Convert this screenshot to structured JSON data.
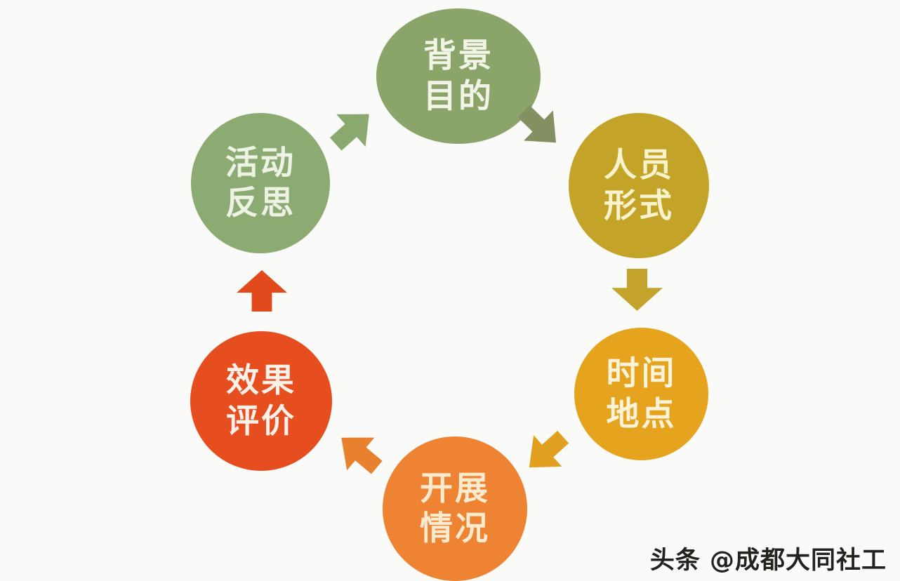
{
  "page": {
    "background": "#fafaf9"
  },
  "diagram": {
    "type": "cycle",
    "nodes": [
      {
        "id": "background-purpose",
        "label": "背景\n目的",
        "color": "#8ba46a",
        "text_color": "#f2f4e8"
      },
      {
        "id": "personnel-format",
        "label": "人员\n形式",
        "color": "#c3a429",
        "text_color": "#f8f2cd"
      },
      {
        "id": "time-place",
        "label": "时间\n地点",
        "color": "#e6a31e",
        "text_color": "#fdf3d9"
      },
      {
        "id": "implementation",
        "label": "开展\n情况",
        "color": "#ee8433",
        "text_color": "#fbeacd"
      },
      {
        "id": "effect-evaluation",
        "label": "效果\n评价",
        "color": "#e64e20",
        "text_color": "#fdf0e8"
      },
      {
        "id": "activity-reflection",
        "label": "活动\n反思",
        "color": "#8cab72",
        "text_color": "#eef2e4"
      }
    ],
    "arrows": [
      {
        "id": "arrow-reflection-to-background",
        "from": "活动反思",
        "to": "背景目的",
        "direction": "up-right",
        "color": "#8aa96e"
      },
      {
        "id": "arrow-background-to-personnel",
        "from": "背景目的",
        "to": "人员形式",
        "direction": "down-right",
        "color": "#839062"
      },
      {
        "id": "arrow-personnel-to-time",
        "from": "人员形式",
        "to": "时间地点",
        "direction": "down",
        "color": "#c3a32c"
      },
      {
        "id": "arrow-time-to-implementation",
        "from": "时间地点",
        "to": "开展情况",
        "direction": "down-left",
        "color": "#e1a01f"
      },
      {
        "id": "arrow-implementation-to-effect",
        "from": "开展情况",
        "to": "效果评价",
        "direction": "up-left",
        "color": "#e7812e"
      },
      {
        "id": "arrow-effect-to-reflection",
        "from": "效果评价",
        "to": "活动反思",
        "direction": "up",
        "color": "#e04a1c"
      }
    ]
  },
  "watermark": {
    "text": "头条 @成都大同社工",
    "color": "#24211e"
  }
}
